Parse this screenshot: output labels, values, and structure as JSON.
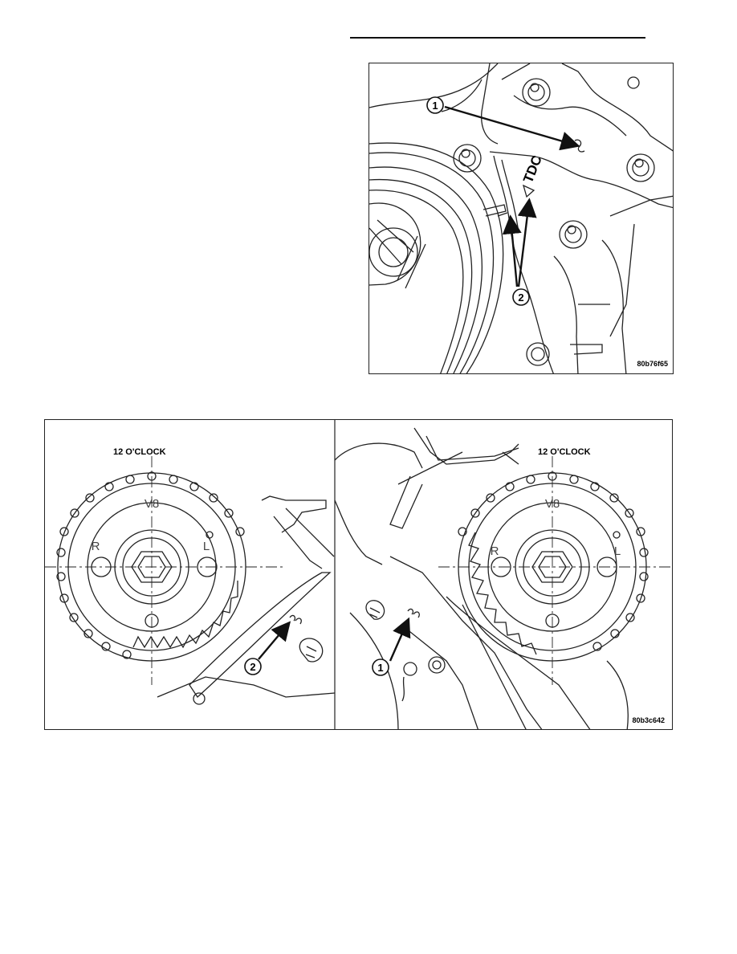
{
  "figure1": {
    "callout_1": "1",
    "callout_2": "2",
    "mark_label": "TDC",
    "figure_id": "80b76f65"
  },
  "figure2": {
    "left_panel": {
      "clock_label": "12 O'CLOCK",
      "sprocket_mark_top": "V8",
      "sprocket_mark_left": "R",
      "sprocket_mark_right": "L",
      "callout": "2"
    },
    "right_panel": {
      "clock_label": "12 O'CLOCK",
      "sprocket_mark_top": "V8",
      "sprocket_mark_left": "R",
      "sprocket_mark_right": "L",
      "callout": "1"
    },
    "figure_id": "80b3c642"
  }
}
